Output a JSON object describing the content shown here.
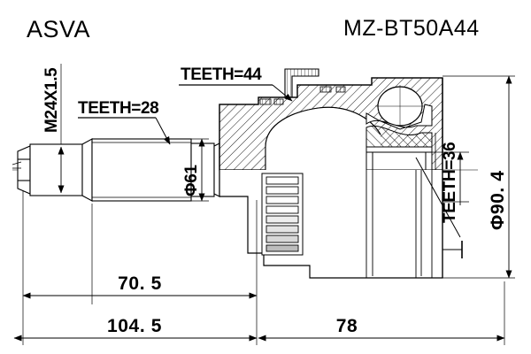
{
  "header": {
    "brand": "ASVA",
    "part_number": "MZ-BT50A44"
  },
  "drawing": {
    "title": "CV joint outer assembly technical drawing",
    "line_color": "#000000",
    "background_color": "#ffffff",
    "annotations": {
      "thread_spec": "M24X1.5",
      "shaft_teeth": "TEETH=28",
      "cage_teeth": "TEETH=44",
      "inner_teeth": "TEETH=36",
      "shaft_diameter": "Φ61",
      "housing_diameter": "Φ90. 4"
    },
    "dimensions": {
      "shaft_length": "70. 5",
      "total_shaft_length": "104. 5",
      "joint_length": "78"
    }
  }
}
